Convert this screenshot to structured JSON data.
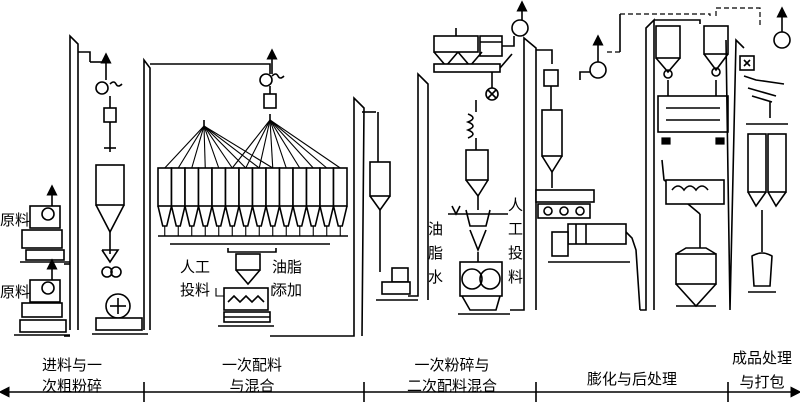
{
  "labels": {
    "raw_material_top": "原料",
    "raw_material_bottom": "原料",
    "manual_feed_1_line1": "人工",
    "manual_feed_1_line2": "投料",
    "grease_add_line1": "油脂",
    "grease_add_line2": "添加",
    "grease_water_c1": "油",
    "grease_water_c2": "脂",
    "grease_water_c3": "水",
    "manual_feed_2_c1": "人",
    "manual_feed_2_c2": "工",
    "manual_feed_2_c3": "投",
    "manual_feed_2_c4": "料"
  },
  "stages": [
    {
      "line1": "进料与一",
      "line2": "次粗粉碎"
    },
    {
      "line1": "一次配料",
      "line2": "与混合"
    },
    {
      "line1": "一次粉碎与",
      "line2": "二次配料混合"
    },
    {
      "line1": "膨化与后处理",
      "line2": ""
    },
    {
      "line1": "成品处理",
      "line2": "与打包"
    }
  ]
}
